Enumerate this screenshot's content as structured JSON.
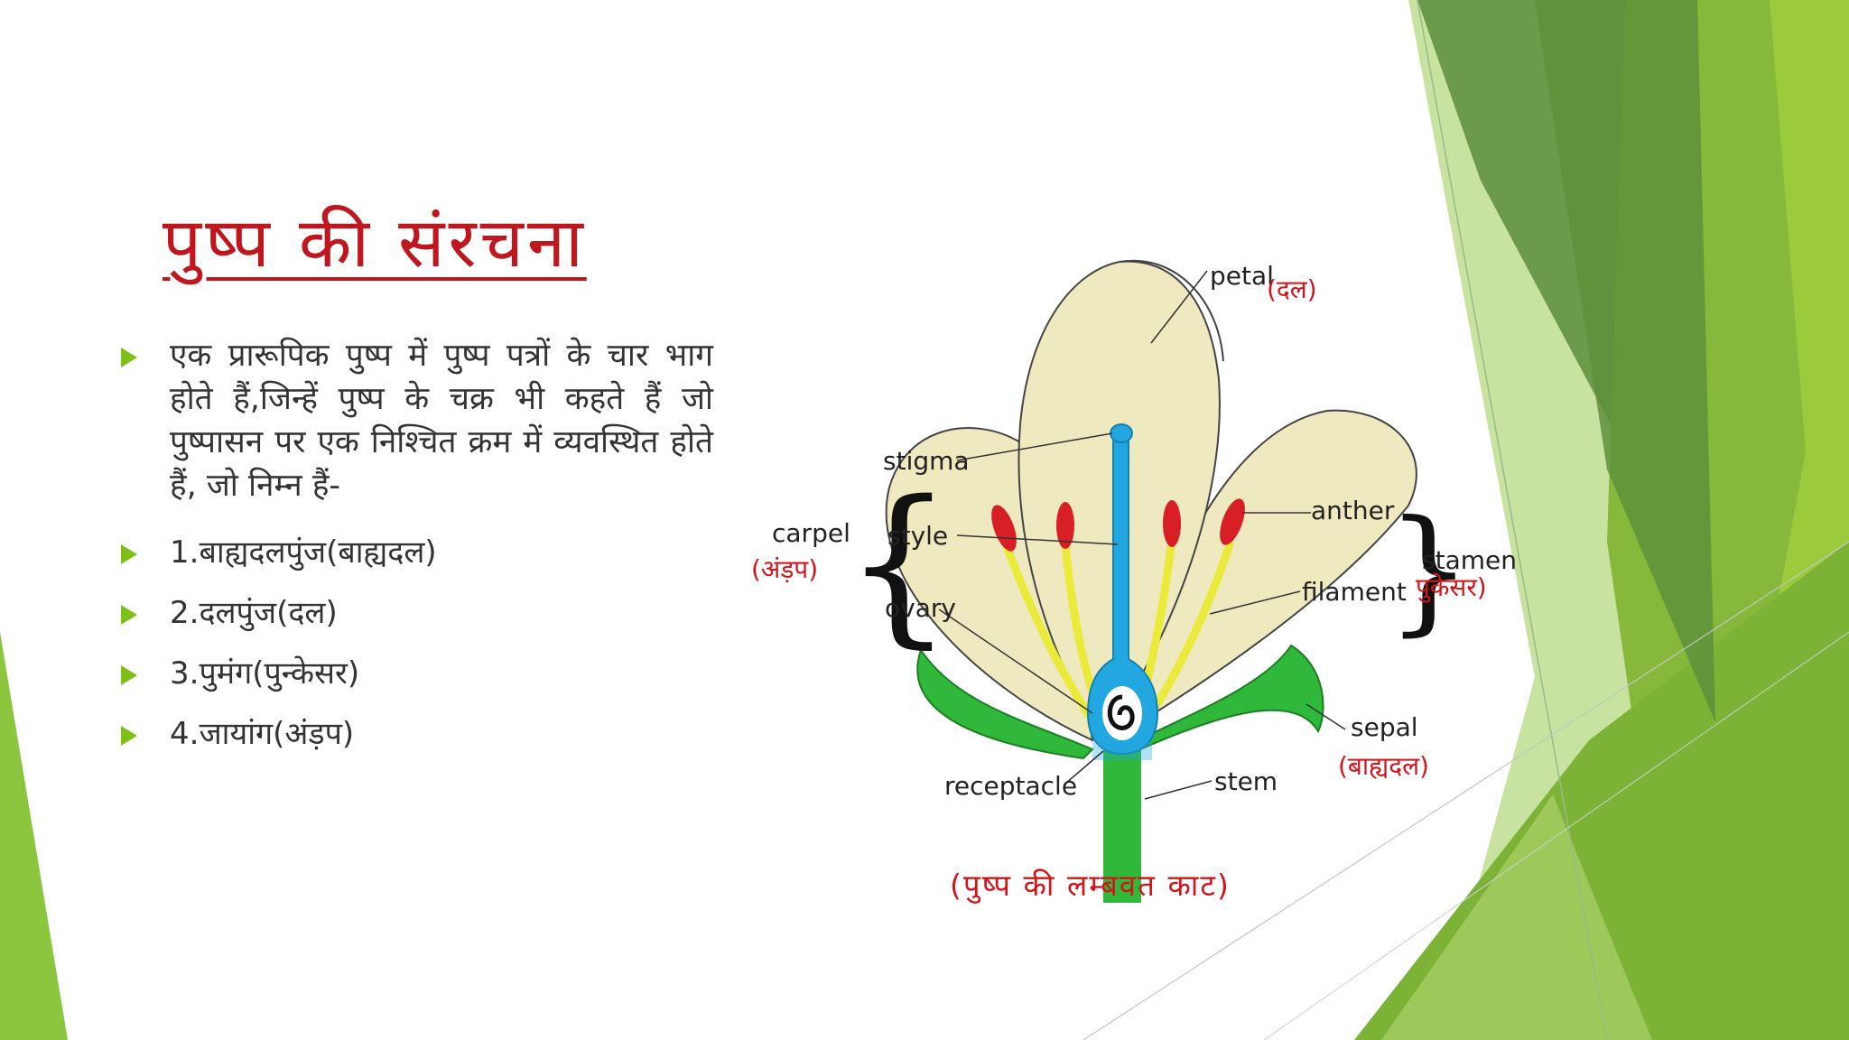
{
  "title": "पुष्प की संरचना",
  "bullets": [
    "एक प्रारूपिक पुष्प में पुष्प पत्रों के चार भाग होते हैं,जिन्हें पुष्प के चक्र भी कहते हैं जो पुष्पासन पर एक निश्चित क्रम में व्यवस्थित होते हैं, जो निम्न हैं-",
    "1.बाह्यदलपुंज(बाह्यदल)",
    "2.दलपुंज(दल)",
    "3.पुमंग(पुन्केसर)",
    "4.जायांग(अंड़प)"
  ],
  "diagram": {
    "labels": {
      "petal": "petal",
      "petal_hi": "(दल)",
      "stigma": "stigma",
      "style": "style",
      "ovary": "ovary",
      "carpel": "carpel",
      "carpel_hi": "(अंड़प)",
      "anther": "anther",
      "filament": "filament",
      "stamen": "stamen",
      "stamen_hi": "पुकेसर)",
      "sepal": "sepal",
      "sepal_hi": "(बाह्यदल)",
      "receptacle": "receptacle",
      "stem": "stem"
    },
    "caption": "(पुष्प की लम्बवत काट)"
  },
  "colors": {
    "title": "#c0171e",
    "accent_green": "#7fbf1a",
    "petal_fill": "#efe9c0",
    "sepal_green": "#2fb83a",
    "pistil_blue": "#22a7e0",
    "anther_red": "#d81f26",
    "filament_yellow": "#eaea3a"
  }
}
